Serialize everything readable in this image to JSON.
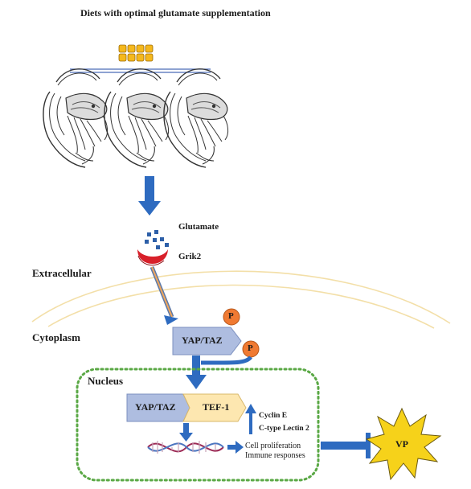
{
  "title": "Diets with optimal glutamate supplementation",
  "labels": {
    "glutamate": "Glutamate",
    "grik2": "Grik2",
    "extracellular": "Extracellular",
    "cytoplasm": "Cytoplasm",
    "nucleus": "Nucleus",
    "yap_taz_cyto": "YAP/TAZ",
    "yap_taz_nuc": "YAP/TAZ",
    "tef1": "TEF-1",
    "phospho": "P",
    "cyclin_e": "Cyclin E",
    "lectin": "C-type Lectin 2",
    "cell_prolif": "Cell proliferation",
    "immune": "Immune responses",
    "vp": "VP"
  },
  "colors": {
    "arrow_blue": "#2e6bc0",
    "box_blue": "#aebde0",
    "tef_yellow": "#fde7b0",
    "p_orange": "#f07a32",
    "receptor_red": "#d8202a",
    "membrane": "#f3dfa8",
    "nucleus_green": "#5aa845",
    "vp_yellow": "#f6d21a",
    "pellet": "#f5b81c",
    "glut_dots": "#2d5fa8"
  },
  "icons": [
    "shrimp-icon",
    "dna-icon",
    "pellet-icon",
    "starburst-icon"
  ]
}
